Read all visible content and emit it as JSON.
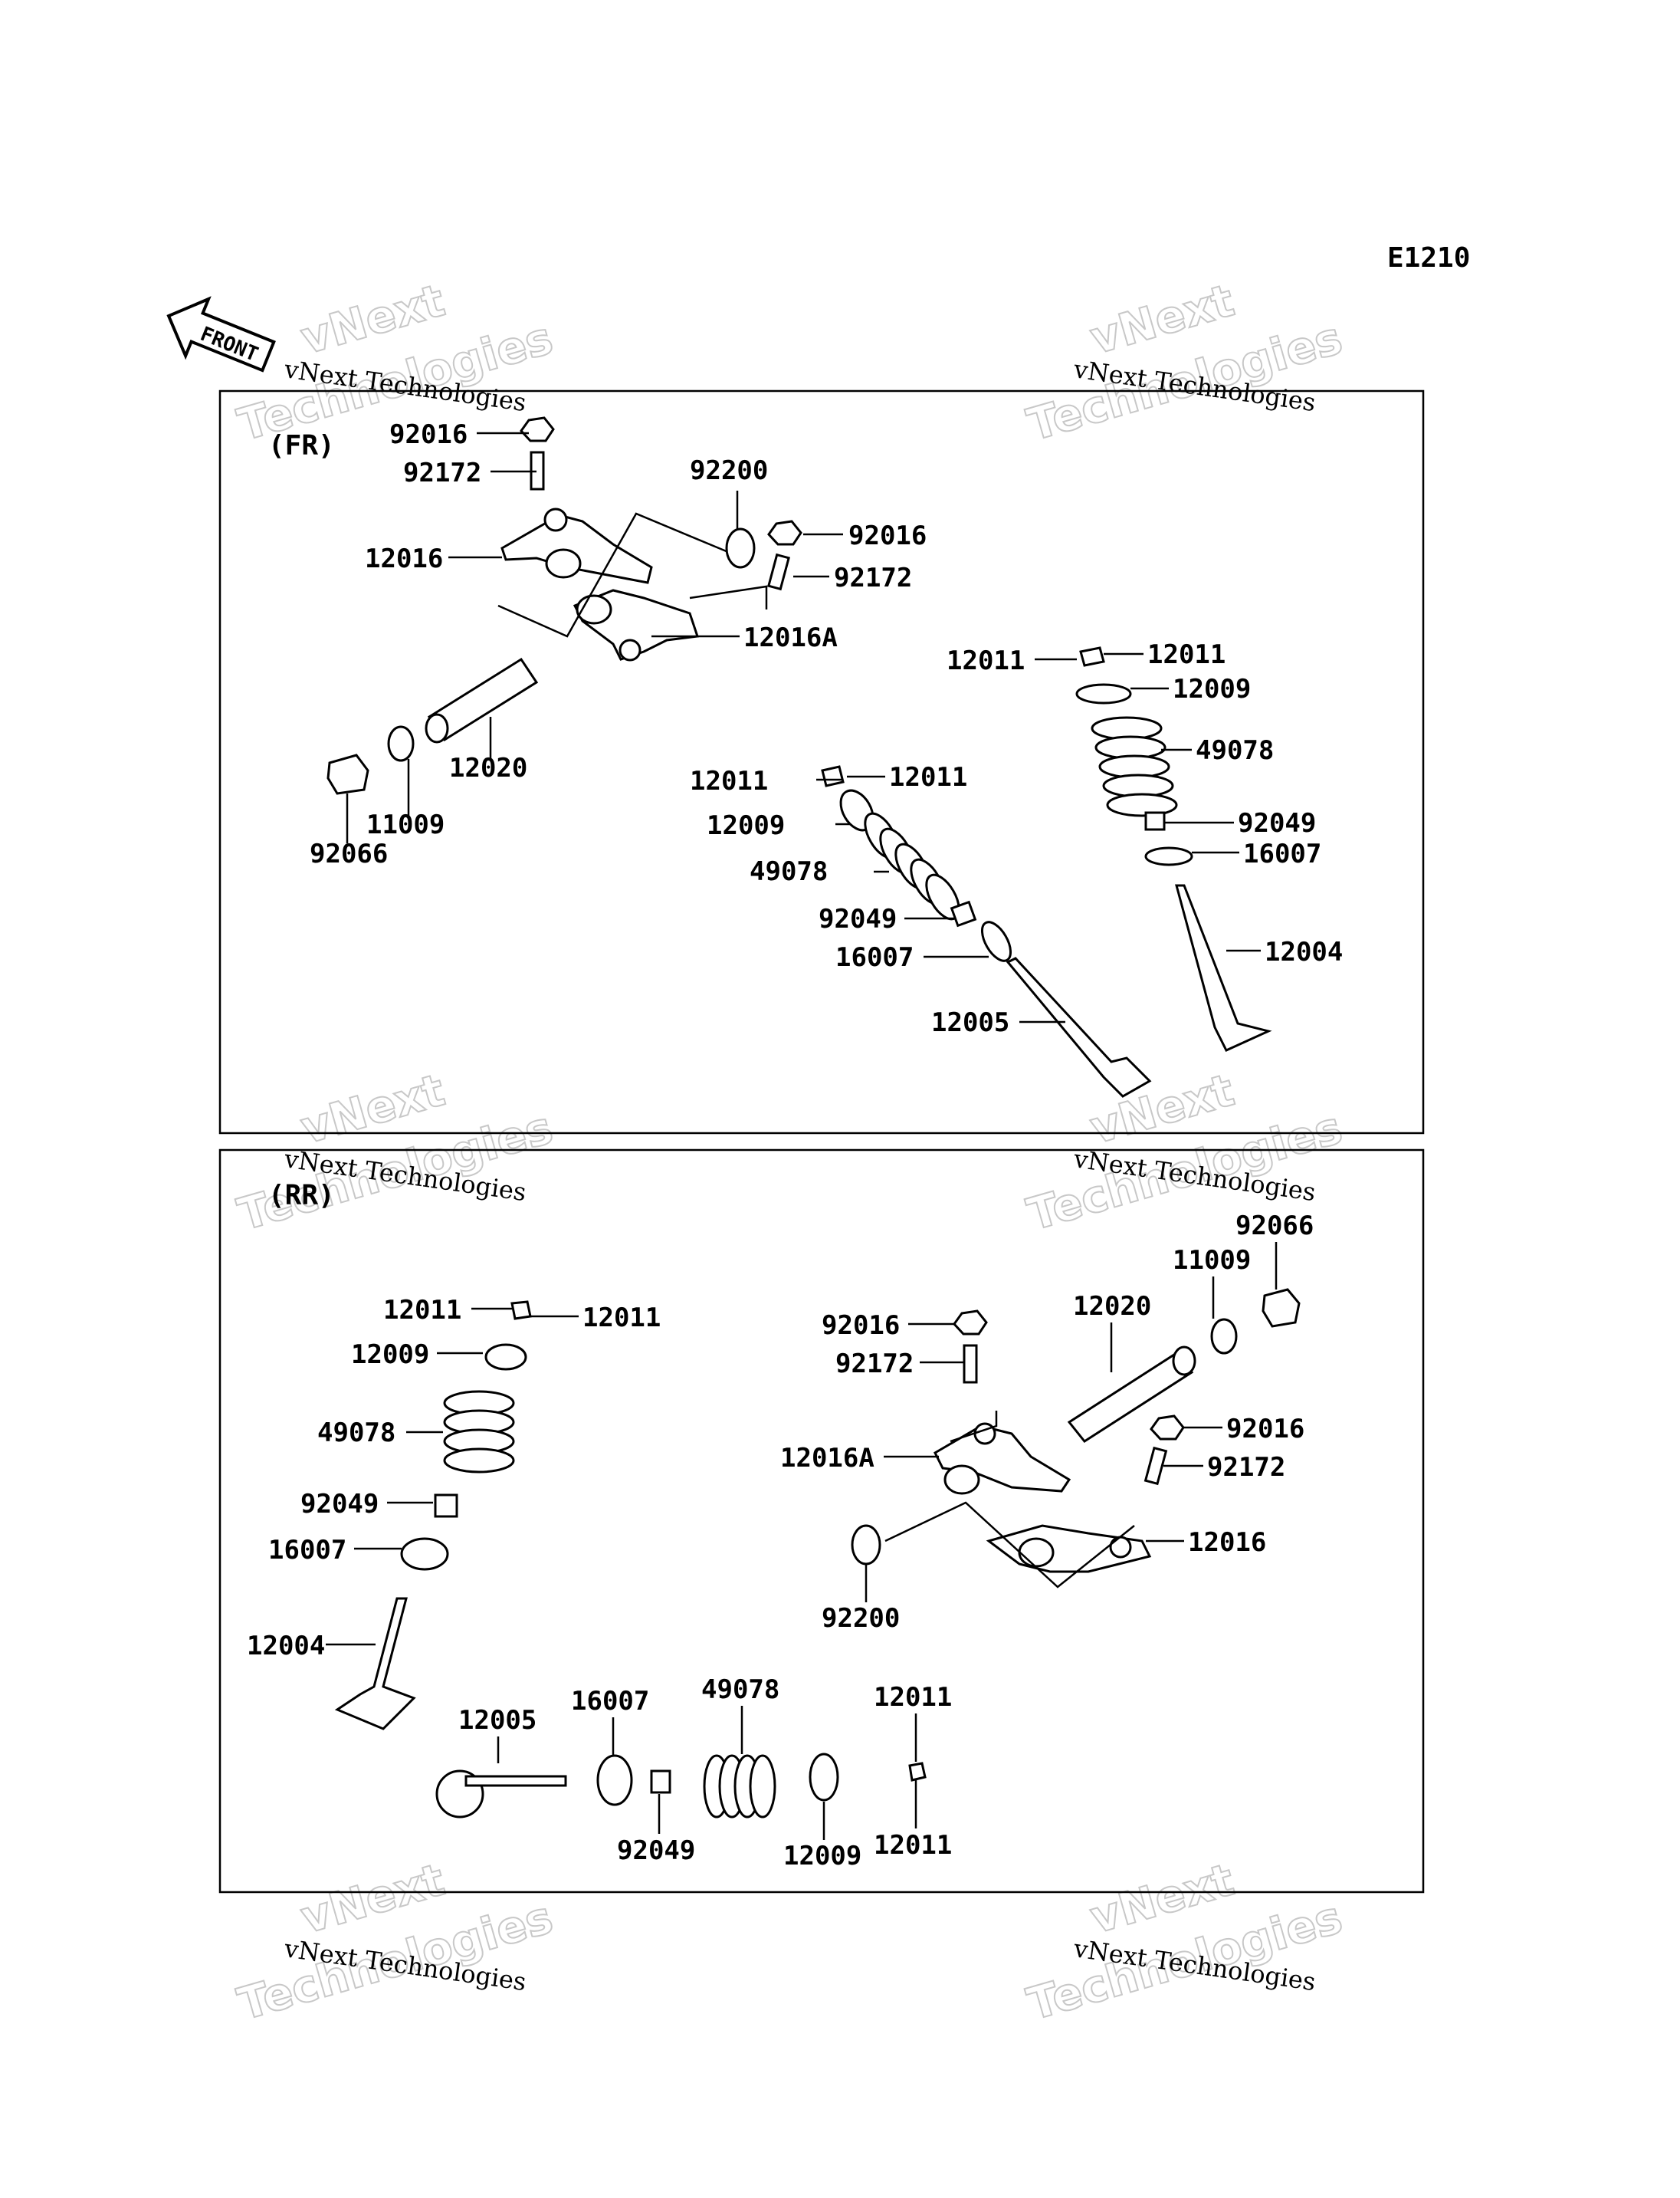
{
  "diagram_code": "E1210",
  "front_label": "FRONT",
  "watermark": {
    "line1": "vNext Technologies",
    "line2a": "vNext",
    "line2b": "Technologies"
  },
  "panels": {
    "front": {
      "label": "(FR)"
    },
    "rear": {
      "label": "(RR)"
    }
  },
  "callouts": {
    "fr": [
      "92016",
      "92172",
      "12016",
      "92200",
      "92016",
      "92172",
      "12016A",
      "12020",
      "11009",
      "92066",
      "12011",
      "12011",
      "12009",
      "49078",
      "92049",
      "16007",
      "12004",
      "12011",
      "12011",
      "12009",
      "49078",
      "92049",
      "16007",
      "12005"
    ],
    "rr": [
      "12011",
      "12011",
      "12009",
      "49078",
      "92049",
      "16007",
      "12004",
      "12005",
      "16007",
      "92049",
      "49078",
      "12009",
      "12011",
      "12011",
      "92016",
      "92172",
      "12020",
      "11009",
      "92066",
      "92016",
      "92172",
      "12016A",
      "12016",
      "92200"
    ]
  }
}
